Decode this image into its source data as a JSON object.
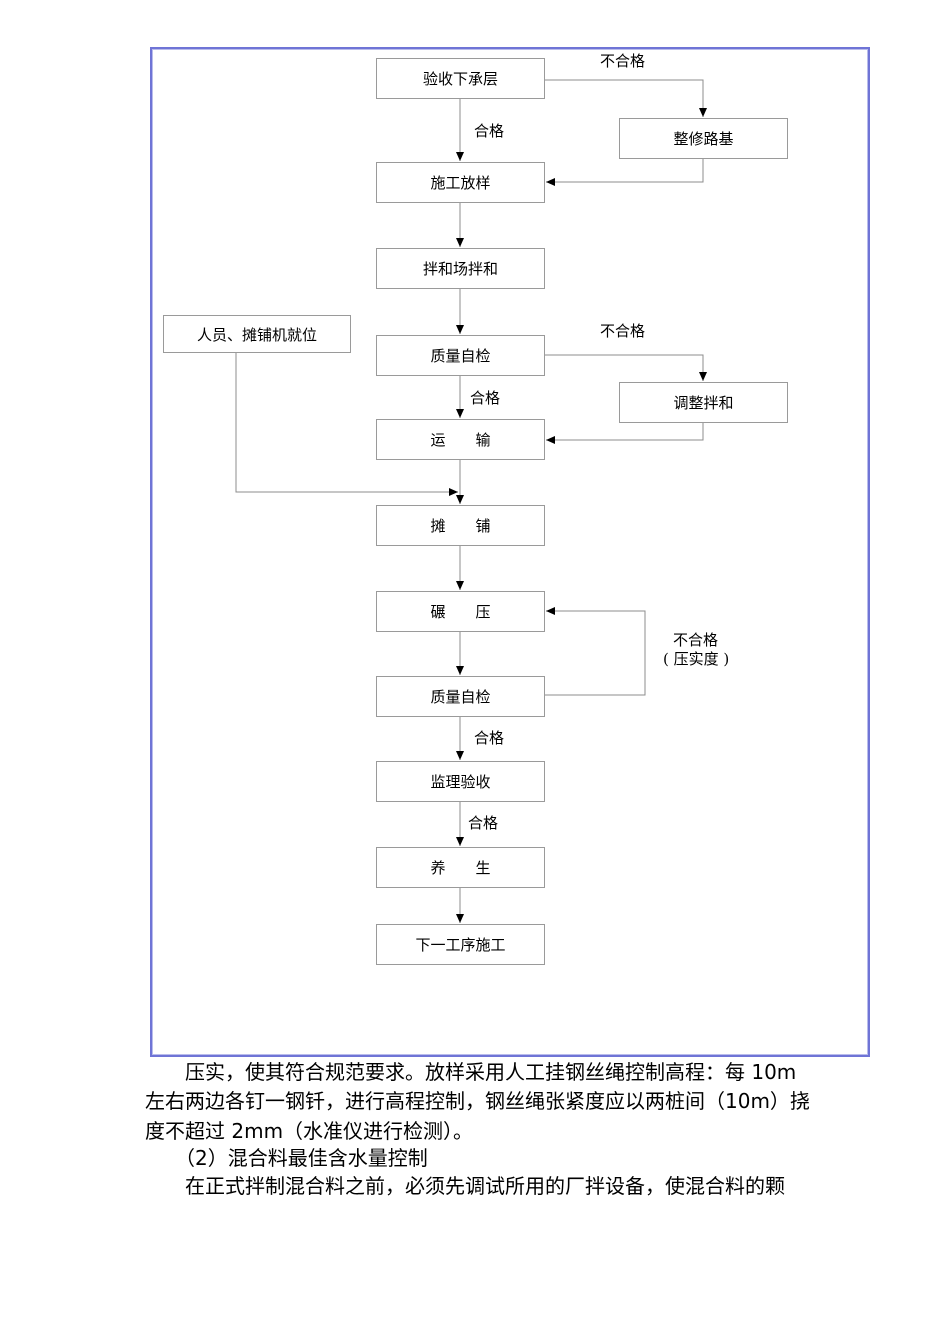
{
  "flowchart": {
    "nodes": {
      "accept_subgrade": "验收下承层",
      "repair_subgrade": "整修路基",
      "layout": "施工放样",
      "plant_mixing": "拌和场拌和",
      "staff_paver": "人员、摊铺机就位",
      "quality_check_1": "质量自检",
      "adjust_mixing": "调整拌和",
      "transport": "运　　输",
      "spreading": "摊　　铺",
      "rolling": "碾　　压",
      "quality_check_2": "质量自检",
      "supervisor_accept": "监理验收",
      "curing": "养　　生",
      "next_process": "下一工序施工"
    },
    "labels": {
      "fail_1": "不合格",
      "pass_1": "合格",
      "fail_2": "不合格",
      "pass_2": "合格",
      "fail_3_line1": "不合格",
      "fail_3_line2": "( 压实度 )",
      "pass_3": "合格",
      "pass_4": "合格"
    }
  },
  "text": {
    "line1": "　　压实，使其符合规范要求。放样采用人工挂钢丝绳控制高程：每 10m",
    "line2": "左右两边各钉一钢钎，进行高程控制，钢丝绳张紧度应以两桩间（10m）挠",
    "line3": "度不超过 2mm（水准仪进行检测）。",
    "line4": "　　（2）混合料最佳含水量控制",
    "line5": "　　在正式拌制混合料之前，必须先调试所用的厂拌设备，使混合料的颗"
  },
  "colors": {
    "frame_border": "#6f74d6",
    "box_border": "#9a9a9a",
    "line": "#8c8c8c"
  }
}
